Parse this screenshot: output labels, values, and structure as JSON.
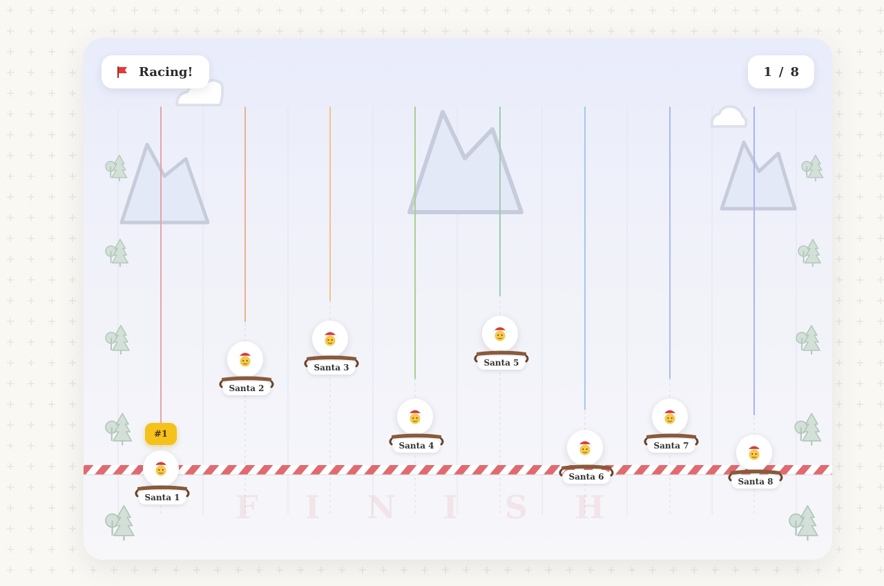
{
  "header": {
    "status_label": "Racing!",
    "round_current": "1",
    "round_total": "8"
  },
  "finish_label": "FINISH",
  "leader_badge": "#1",
  "racers": [
    {
      "name": "Santa 1",
      "progress": 0.83,
      "trail_color": "#e8a3a6"
    },
    {
      "name": "Santa 2",
      "progress": 0.62,
      "trail_color": "#f0b08a"
    },
    {
      "name": "Santa 3",
      "progress": 0.58,
      "trail_color": "#f3c28a"
    },
    {
      "name": "Santa 4",
      "progress": 0.73,
      "trail_color": "#a9d08a"
    },
    {
      "name": "Santa 5",
      "progress": 0.57,
      "trail_color": "#9bccaa"
    },
    {
      "name": "Santa 6",
      "progress": 0.79,
      "trail_color": "#a3c9ea"
    },
    {
      "name": "Santa 7",
      "progress": 0.73,
      "trail_color": "#a6bdf0"
    },
    {
      "name": "Santa 8",
      "progress": 0.8,
      "trail_color": "#aab3ec"
    }
  ],
  "colors": {
    "background": "#faf8f3",
    "finish_stripe_red": "#e06a70",
    "badge": "#f4c21a",
    "flag": "#e23b3b"
  },
  "icons": [
    "flag-icon",
    "cloud-icon",
    "mountain-icon",
    "tree-icon",
    "santa-icon",
    "sled-icon"
  ]
}
